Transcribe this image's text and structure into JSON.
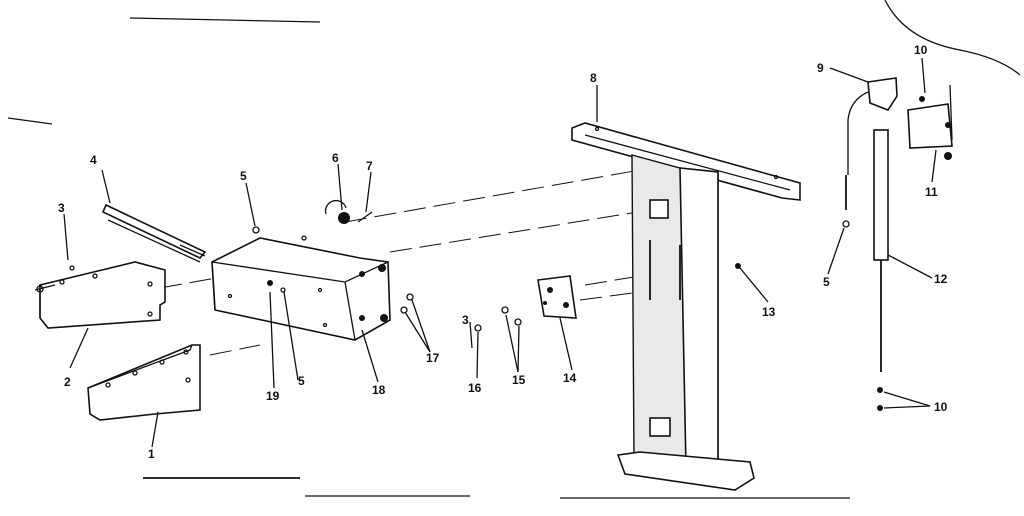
{
  "callouts": {
    "c1": "1",
    "c2": "2",
    "c3": "3",
    "c4": "4",
    "c5a": "5",
    "c5b": "5",
    "c5c": "5",
    "c6": "6",
    "c7": "7",
    "c8": "8",
    "c9": "9",
    "c10a": "10",
    "c10b": "10",
    "c11": "11",
    "c12": "12",
    "c13": "13",
    "c14": "14",
    "c15": "15",
    "c16": "16",
    "c17": "17",
    "c18": "18",
    "c19": "19",
    "c3b": "3"
  }
}
